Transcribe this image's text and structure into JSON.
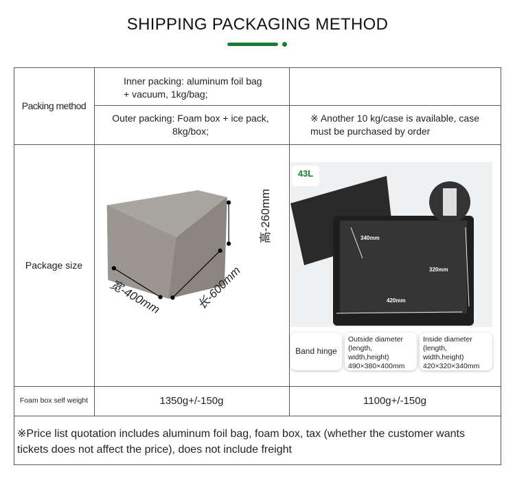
{
  "title": "SHIPPING PACKAGING METHOD",
  "accent": "#1f7a34",
  "rows": {
    "packing": {
      "label": "Packing method",
      "inner": "Inner packing: aluminum foil bag + vacuum, 1kg/bag;",
      "outer": "Outer packing: Foam box + ice pack, 8kg/box;",
      "note": "※ Another 10 kg/case is available, case must be purchased by order"
    },
    "size": {
      "label": "Package size",
      "left_dims": {
        "width": "宽-400mm",
        "length": "长-600mm",
        "height": "高-260mm"
      },
      "right": {
        "badge": "43L",
        "dims": {
          "depth": "340mm",
          "height": "320mm",
          "width": "420mm"
        },
        "hinge": "Band hinge",
        "outside_title": "Outside diameter",
        "outside_sub": "(length, width,height)",
        "outside_value": "490×380×400mm",
        "inside_title": "Inside diameter",
        "inside_sub": "(length, width,height)",
        "inside_value": "420×320×340mm"
      }
    },
    "weight": {
      "label": "Foam box self weight",
      "left": "1350g+/-150g",
      "right": "1100g+/-150g"
    },
    "footer": "※Price list quotation includes aluminum foil bag, foam box, tax (whether the customer wants tickets does not affect the price), does not include freight"
  }
}
